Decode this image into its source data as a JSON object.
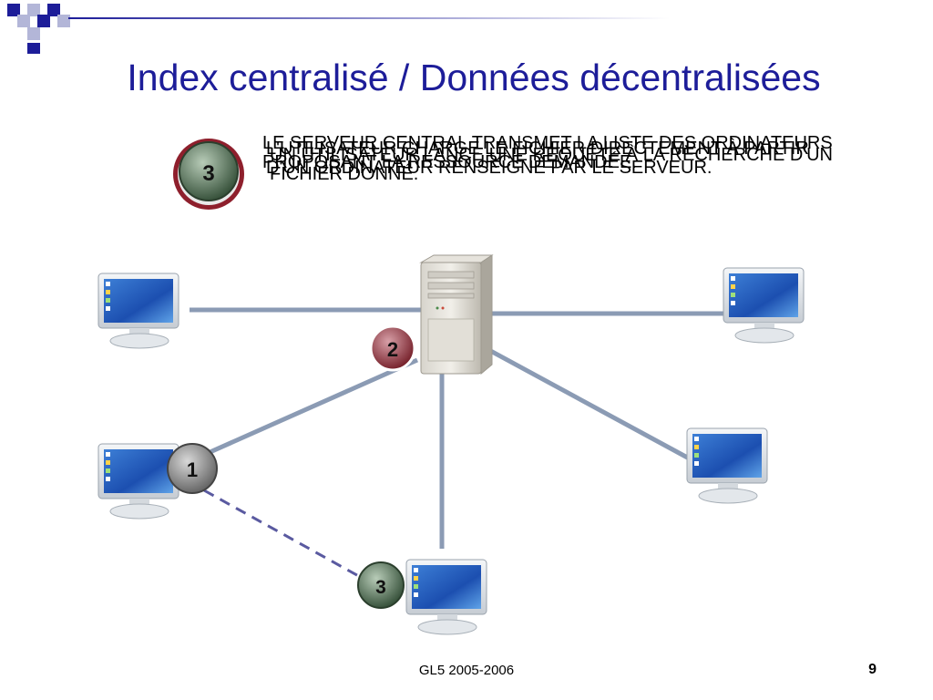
{
  "slide": {
    "title": "Index centralisé / Données décentralisées",
    "footer": "GL5 2005-2006",
    "page_number": "9"
  },
  "step_text": [
    "Le serveur central transmet la liste des ordinateurs proposant la ressource demandée.",
    "L'utilisateur charge le fichier directement à partir d'un ordinateur renseigné par le serveur.",
    "Un utilisateur lance une requête à la recherche d'un fichier donné."
  ],
  "badges": {
    "one": "1",
    "two": "2",
    "three": "3"
  },
  "colors": {
    "title": "#1d1d99",
    "badge_one": "#8a8a8a",
    "badge_two": "#8e1f2c",
    "badge_three": "#4e6b52",
    "link": "#8b9bb4",
    "dashed_link": "#5a5aa0"
  }
}
